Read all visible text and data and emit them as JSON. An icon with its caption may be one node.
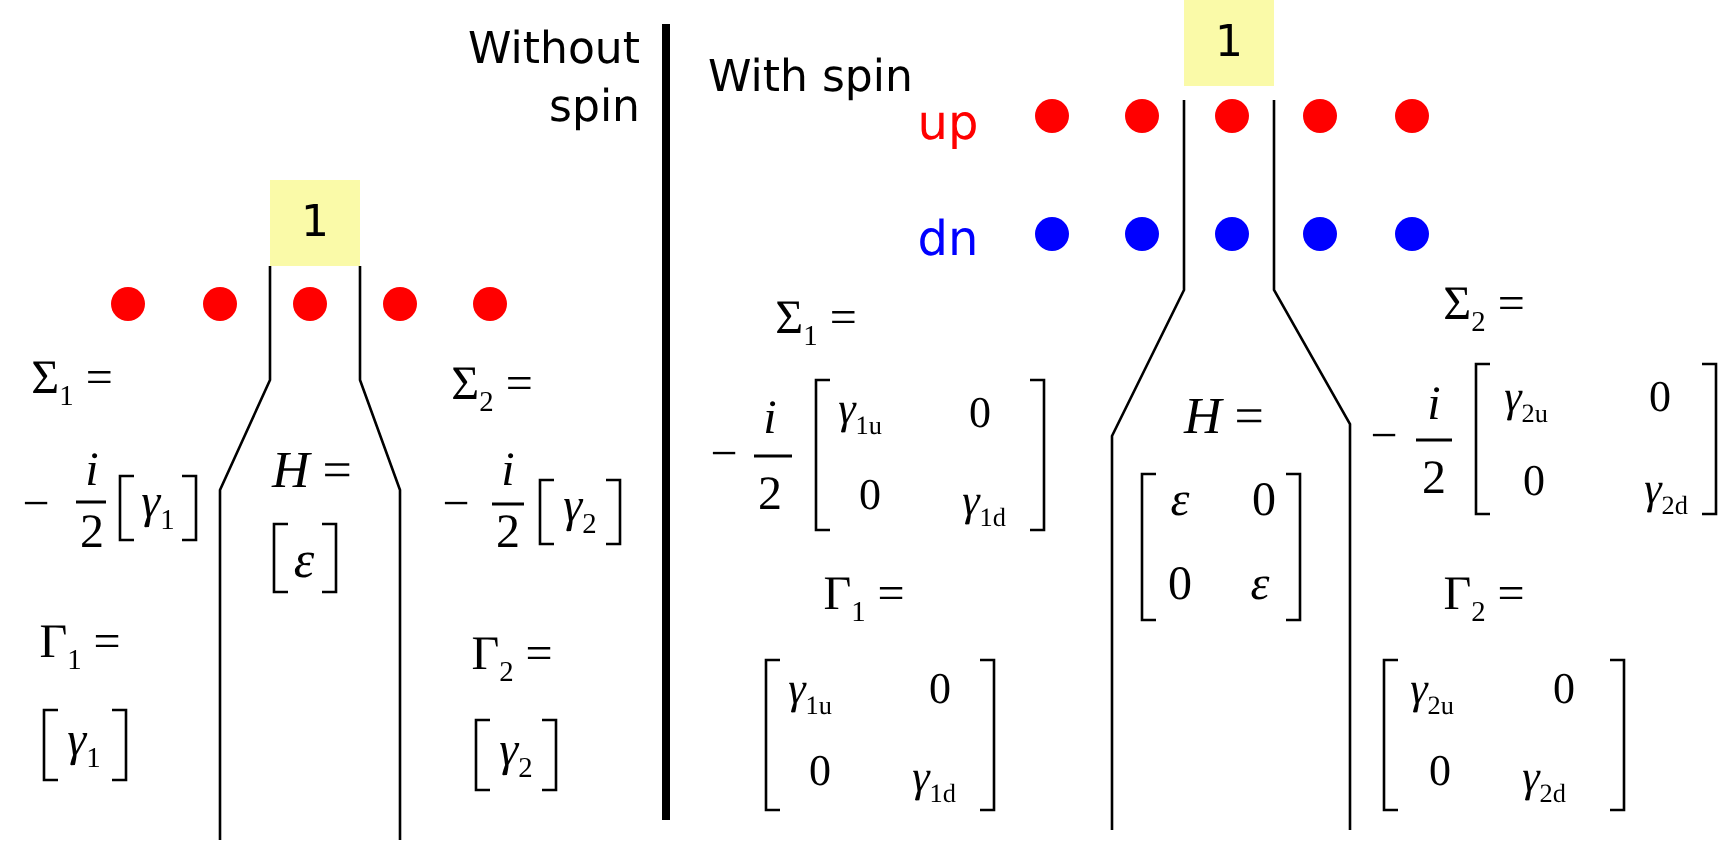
{
  "diagram": {
    "nodes": [
      {
        "text": [
          "1"
        ]
      },
      {
        "text": [
          "1"
        ]
      }
    ],
    "labels": [
      "Without spin",
      "With spin",
      "up",
      "dn",
      "Σ$_{1}$ =",
      "−",
      "*i*",
      "2",
      "*γ*$_{1}$",
      "*H* =",
      "*ε*",
      "Σ$_{2}$ =",
      "−",
      "*i*",
      "2",
      "*γ*$_{2}$",
      "Γ$_{1}$ =",
      "*γ*$_{1}$",
      "Γ$_{2}$ =",
      "*γ*$_{2}$",
      "Σ$_{1}$ =",
      "*H* =",
      "Σ$_{2}$ =",
      "−",
      "*i*",
      "2",
      "*γ*$_{1u}$",
      "0",
      "0",
      "*γ*$_{1d}$",
      "*ε*",
      "0",
      "0",
      "*ε*",
      "−",
      "*i*",
      "2",
      "*γ*$_{2u}$",
      "0",
      "0",
      "*γ*$_{2d}$",
      "Γ$_{1}$ =",
      "*γ*$_{1u}$",
      "0",
      "0",
      "*γ*$_{1d}$",
      "Γ$_{2}$ =",
      "*γ*$_{2u}$",
      "0",
      "0",
      "*γ*$_{2d}$"
    ]
  }
}
